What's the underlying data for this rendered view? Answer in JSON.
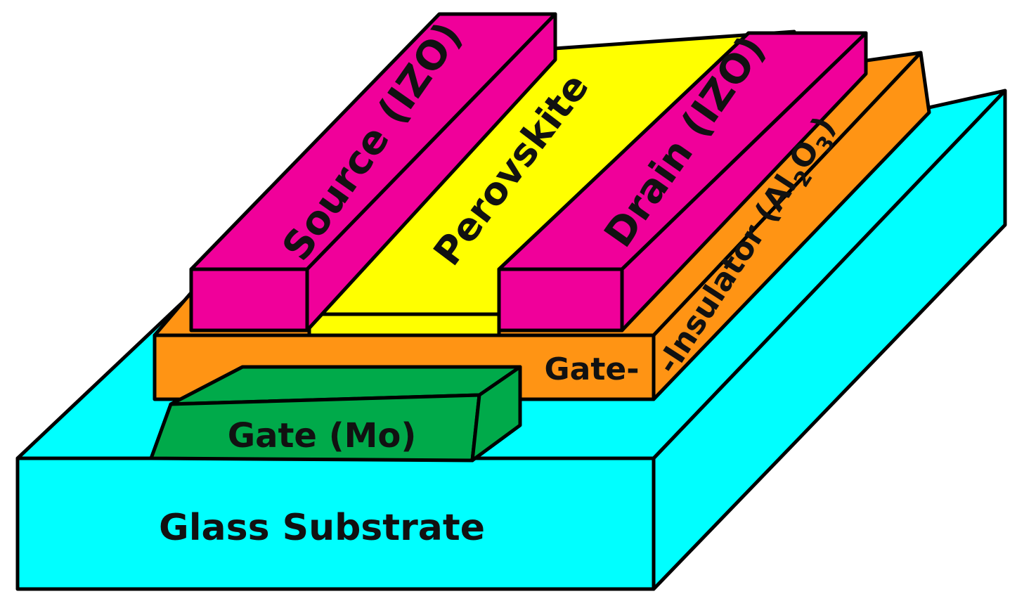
{
  "colors": {
    "glass": "#00FFFF",
    "insulator": "#FF9414",
    "perovskite": "#FFFF00",
    "electrode": "#F0009A",
    "gate": "#00AA4A",
    "outline": "#000000",
    "text": "#111111"
  },
  "labels": {
    "glass_substrate": "Glass Substrate",
    "gate": "Gate (Mo)",
    "gate_insulator_front": "Gate-",
    "gate_insulator_side_main": "-Insulator (Al",
    "gate_insulator_sub_2": "2",
    "gate_insulator_mid": "O",
    "gate_insulator_sub_3": "3",
    "gate_insulator_close": ")",
    "perovskite": "Perovskite",
    "source": "Source (IZO)",
    "drain": "Drain (IZO)"
  }
}
